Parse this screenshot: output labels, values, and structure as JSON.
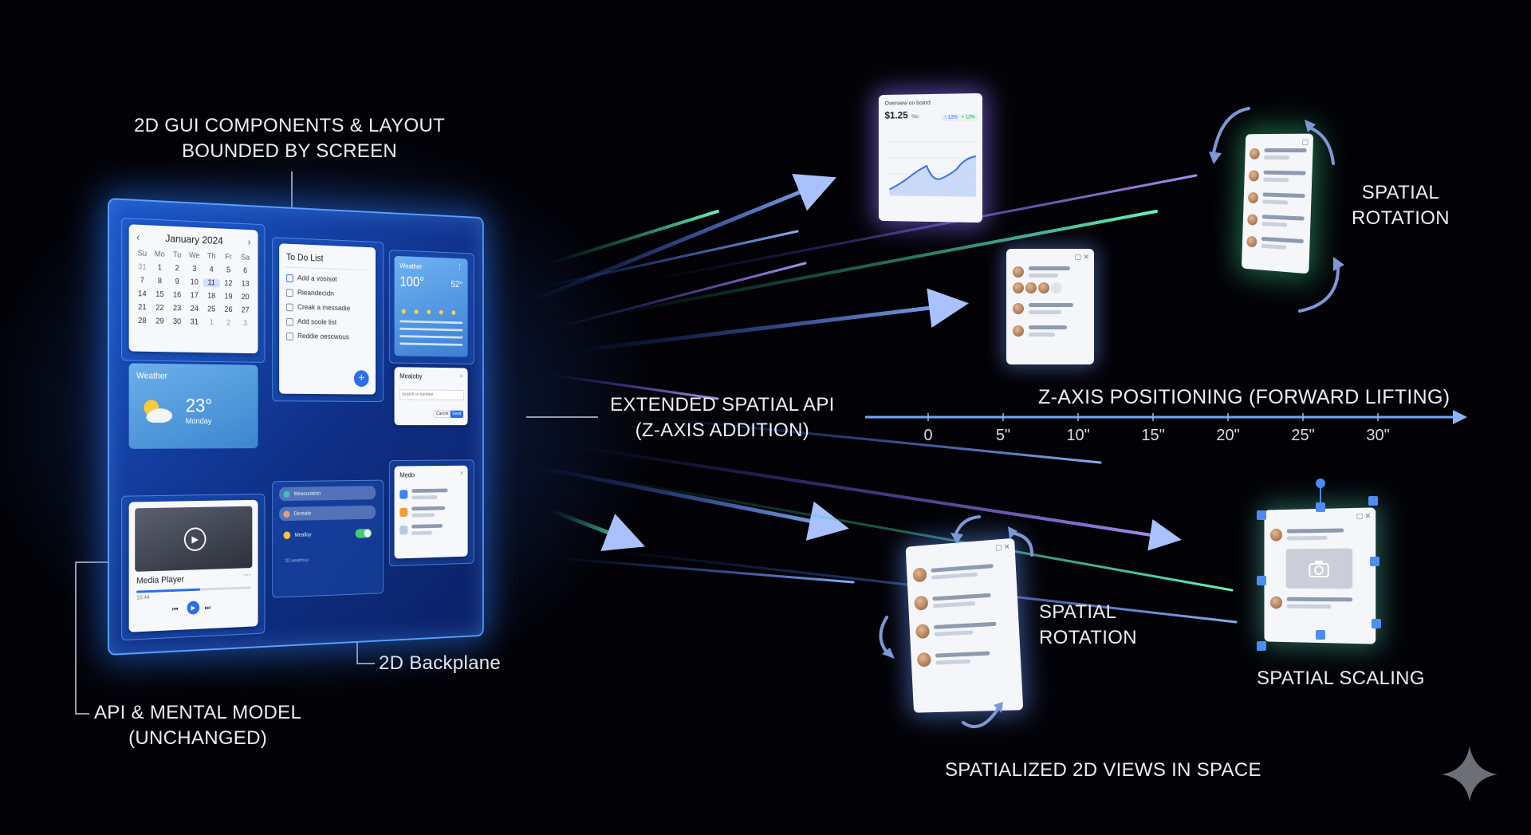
{
  "labels": {
    "gui_components": [
      "2D GUI COMPONENTS & LAYOUT",
      "BOUNDED BY SCREEN"
    ],
    "extended_api": [
      "EXTENDED SPATIAL API",
      "(Z-AXIS ADDITION)"
    ],
    "backplane": "2D Backplane",
    "api_model": [
      "API & MENTAL MODEL",
      "(UNCHANGED)"
    ],
    "z_axis": "Z-AXIS POSITIONING (FORWARD LIFTING)",
    "spatial_rotation_top": [
      "SPATIAL",
      "ROTATION"
    ],
    "spatial_rotation_bottom": [
      "SPATIAL",
      "ROTATION"
    ],
    "spatial_scaling": "SPATIAL SCALING",
    "spatialized_views": "SPATIALIZED 2D VIEWS IN SPACE"
  },
  "z_axis_ticks": [
    "0",
    "5\"",
    "10\"",
    "15\"",
    "20\"",
    "25\"",
    "30\""
  ],
  "calendar": {
    "title": "January 2024",
    "weekdays": [
      "Su",
      "Mo",
      "Tu",
      "We",
      "Th",
      "Fr",
      "Sa"
    ],
    "days": [
      "31",
      "1",
      "2",
      "3",
      "4",
      "5",
      "6",
      "7",
      "8",
      "9",
      "10",
      "11",
      "12",
      "13",
      "14",
      "15",
      "16",
      "17",
      "18",
      "19",
      "20",
      "21",
      "22",
      "23",
      "24",
      "25",
      "26",
      "27",
      "28",
      "29",
      "30",
      "31",
      "1",
      "2",
      "3"
    ],
    "selected": "11"
  },
  "todo": {
    "title": "To Do List",
    "items": [
      "Add a vosisot",
      "Rieandecidn",
      "Creak a messadie",
      "Add soole list",
      "Reddie oescwous"
    ]
  },
  "weather_small": {
    "title": "Weather",
    "temp": "100°",
    "sub": "52°"
  },
  "weather_large": {
    "title": "Weather",
    "temp": "23°",
    "day": "Monday"
  },
  "mealoby": {
    "title": "Mealoby",
    "placeholder": "Search or number",
    "cancel": "Cancel",
    "send": "Send"
  },
  "media_player": {
    "title": "Media Player",
    "time": "10:44"
  },
  "toggles": {
    "items": [
      "Measuration",
      "Dereate",
      "Mealloy"
    ],
    "footer": "2D weathruo"
  },
  "medo": {
    "title": "Medo"
  },
  "chart_card": {
    "title": "Overview on board",
    "value": "$1.25",
    "unit": "%c",
    "badge1": "↑ 12%",
    "badge2": "+ 12%"
  },
  "colors": {
    "panel_glow": "#2878ff",
    "axis": "#6ea8ff",
    "arrow_purple": "#9a7cff",
    "arrow_green": "#3fe0a8"
  }
}
